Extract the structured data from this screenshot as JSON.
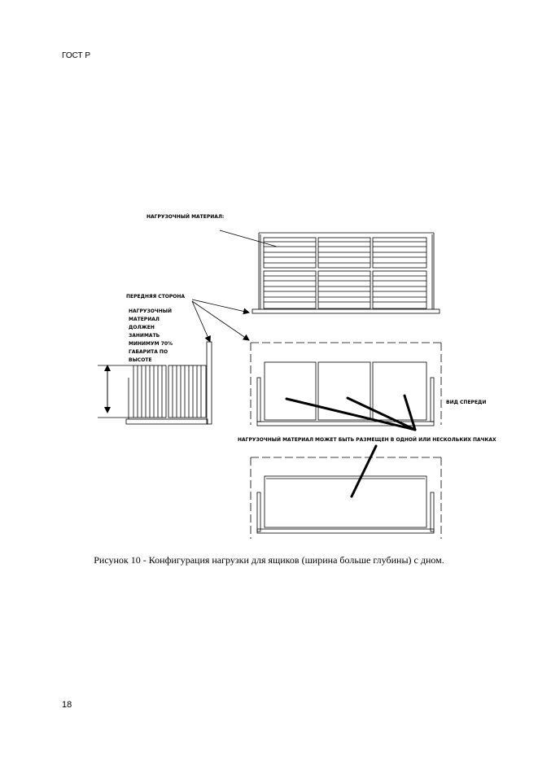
{
  "header": {
    "standard": "ГОСТ Р"
  },
  "figure": {
    "labels": {
      "load_material": "НАГРУЗОЧНЫЙ МАТЕРИАЛ:",
      "front_side": "ПЕРЕДНЯЯ СТОРОНА",
      "note_lines": [
        "НАГРУЗОЧНЫЙ",
        "МАТЕРИАЛ",
        "ДОЛЖЕН",
        "ЗАНИМАТЬ",
        "МИНИМУМ 70%",
        "ГАБАРИТА ПО",
        "ВЫСОТЕ"
      ],
      "front_view": "ВИД СПЕРЕДИ",
      "placement": "НАГРУЗОЧНЫЙ МАТЕРИАЛ МОЖЕТ БЫТЬ РАЗМЕЩЕН В ОДНОЙ ИЛИ НЕСКОЛЬКИХ ПАЧКАХ"
    },
    "caption": "Рисунок 10 - Конфигурация нагрузки для ящиков (ширина больше глубины) с дном."
  },
  "footer": {
    "page_number": "18"
  }
}
